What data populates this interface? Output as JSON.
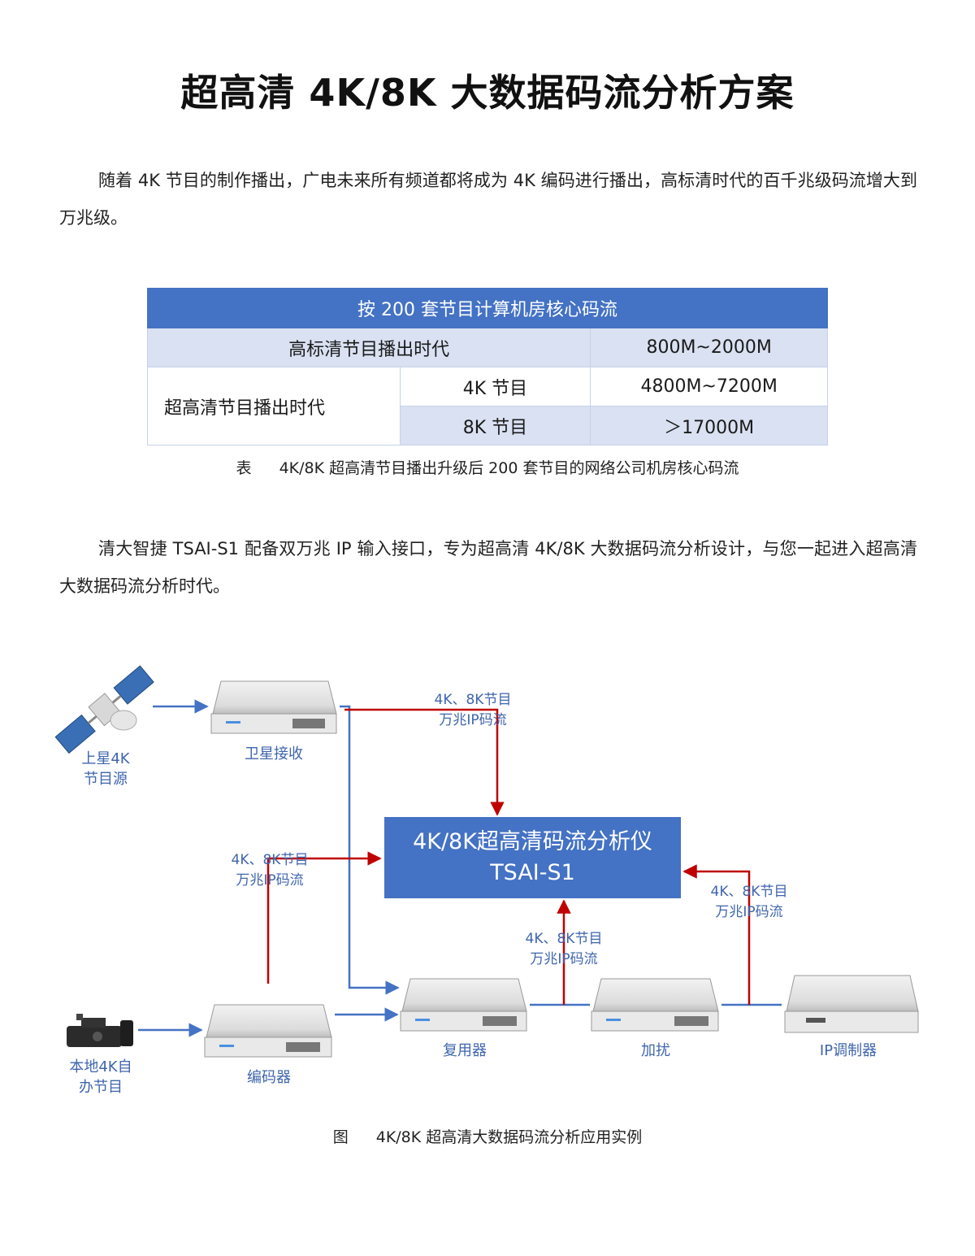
{
  "title": "超高清 4K/8K 大数据码流分析方案",
  "paragraph1": "随着 4K 节目的制作播出，广电未来所有频道都将成为 4K 编码进行播出，高标清时代的百千兆级码流增大到万兆级。",
  "paragraph2": "清大智捷 TSAI-S1 配备双万兆 IP 输入接口，专为超高清 4K/8K 大数据码流分析设计，与您一起进入超高清大数据码流分析时代。",
  "table": {
    "header": "按 200 套节目计算机房核心码流",
    "rows": [
      {
        "era": "高标清节目播出时代",
        "value": "800M~2000M"
      },
      {
        "era": "超高清节目播出时代",
        "sub": "4K 节目",
        "value": "4800M~7200M"
      },
      {
        "sub": "8K 节目",
        "value": "＞17000M"
      }
    ],
    "caption_lead": "表",
    "caption": "4K/8K 超高清节目播出升级后 200 套节目的网络公司机房核心码流"
  },
  "diagram": {
    "analyzer": {
      "line1": "4K/8K超高清码流分析仪",
      "line2": "TSAI-S1"
    },
    "sources": {
      "satellite": [
        "上星4K",
        "节目源"
      ],
      "camera": [
        "本地4K自",
        "办节目"
      ]
    },
    "devices": {
      "satellite_receiver": "卫星接收",
      "encoder": "编码器",
      "multiplexer": "复用器",
      "scrambler": "加扰",
      "ip_modulator": "IP调制器"
    },
    "flow_label": [
      "4K、8K节目",
      "万兆IP码流"
    ],
    "colors": {
      "blue_arrow": "#4472c4",
      "red_arrow": "#c00000",
      "analyzer_fill": "#4472c4"
    },
    "caption_lead": "图",
    "caption": "4K/8K 超高清大数据码流分析应用实例"
  }
}
